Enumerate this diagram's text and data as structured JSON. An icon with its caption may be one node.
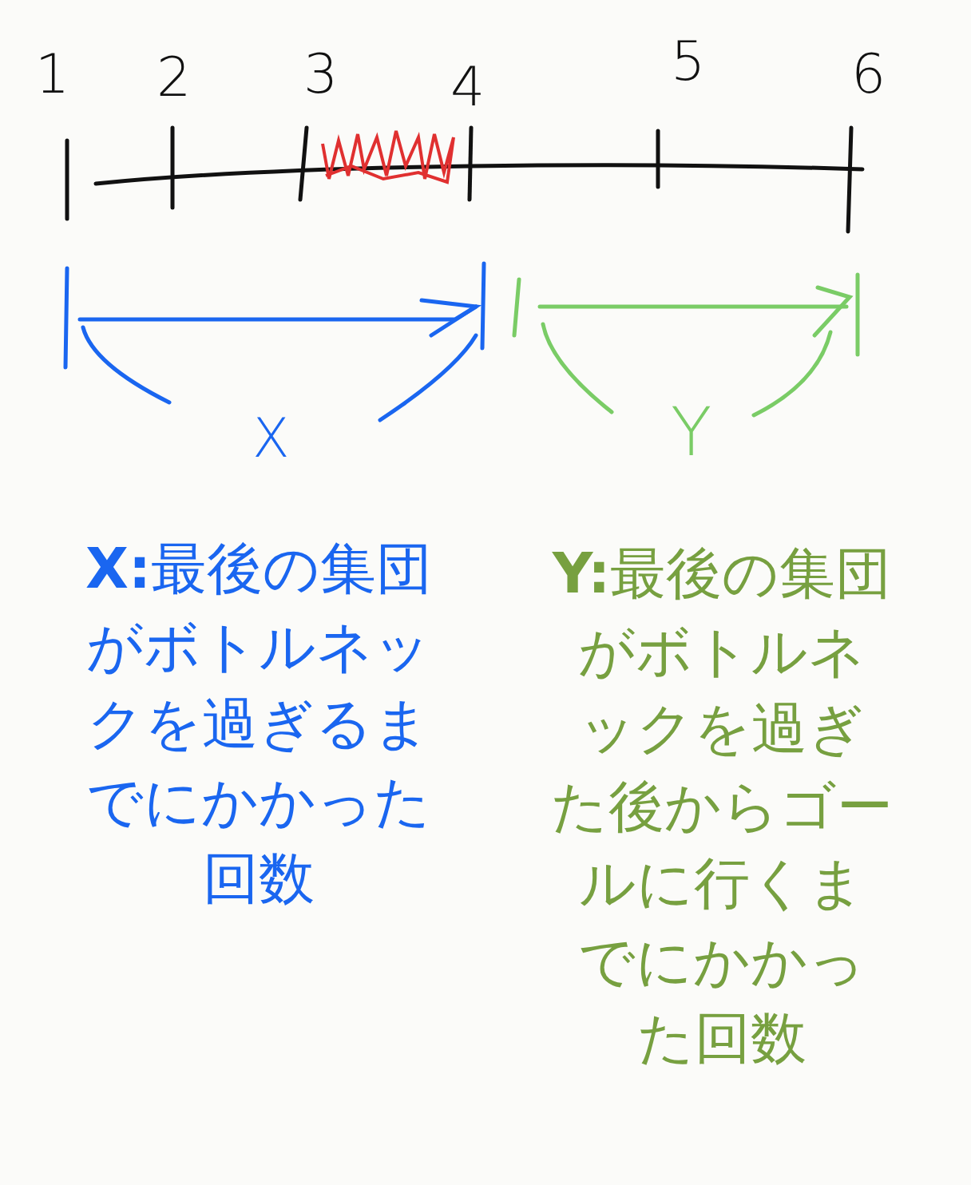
{
  "diagram": {
    "labels": [
      "1",
      "2",
      "3",
      "4",
      "5",
      "6",
      "X",
      "Y",
      "**X:**最後の集団がボトルネックを過ぎるまでにかかった回数",
      "**Y:**最後の集団がボトルネックを過ぎた後からゴールに行くまでにかかった回数"
    ]
  }
}
